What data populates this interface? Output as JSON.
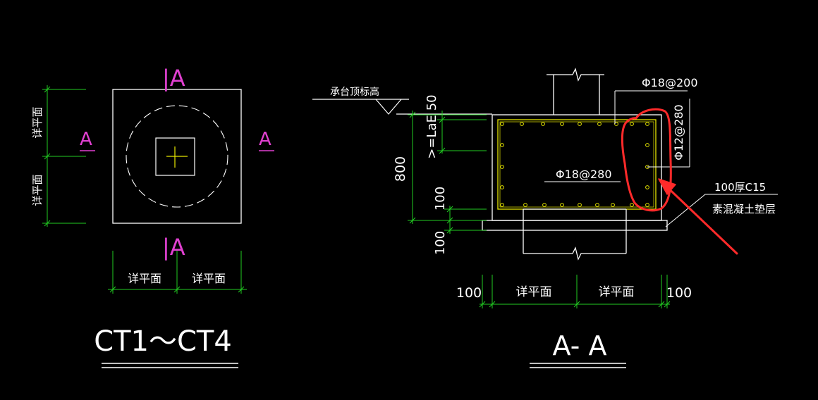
{
  "colors": {
    "background": "#000000",
    "outline": "#ffffff",
    "dimension": "#22cc22",
    "section_mark": "#e040d0",
    "rebar": "#e8e800",
    "annotation": "#ff2a2a"
  },
  "plan": {
    "section_top": "|A",
    "section_bottom": "|A",
    "section_left": "A",
    "section_right": "A",
    "dim_left_upper": "详平面",
    "dim_left_lower": "详平面",
    "dim_bottom_left": "详平面",
    "dim_bottom_right": "详平面",
    "title": "CT1～CT4"
  },
  "section": {
    "top_elevation": "承台顶标高",
    "anchor_length": ">=LaE 50",
    "depth": "800",
    "gap_100_upper": "100",
    "gap_100_lower": "100",
    "rebar_top": "Φ18@200",
    "rebar_side": "Φ12@280",
    "rebar_bottom": "Φ18@280",
    "bedding_line1": "100厚C15",
    "bedding_line2": "素混凝土垫层",
    "dim_left_edge": "100",
    "dim_bottom_left": "详平面",
    "dim_bottom_right": "详平面",
    "dim_right_edge": "100",
    "title": "A- A"
  }
}
